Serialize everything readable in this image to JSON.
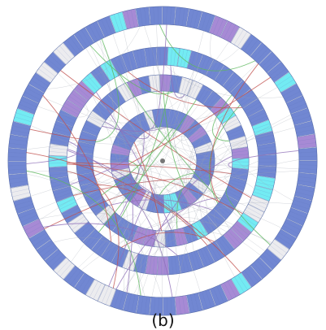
{
  "figure": {
    "caption": "(b)",
    "ring_count": 4,
    "ring_segment_counts": [
      72,
      60,
      48,
      36
    ],
    "colors": {
      "background": "#ffffff",
      "segment_main": "#7187d2",
      "segment_alt_purple": "#a78ad5",
      "segment_alt_cyan": "#73ebf3",
      "segment_gap": "#ececef",
      "segment_border": "#5b6fa8",
      "link_green": "#5cb85c",
      "link_red": "#c0504d",
      "link_purple": "#8e6fb8",
      "link_gray": "#9aa0ad"
    },
    "link_color_names": [
      "green",
      "red",
      "purple",
      "gray"
    ]
  }
}
